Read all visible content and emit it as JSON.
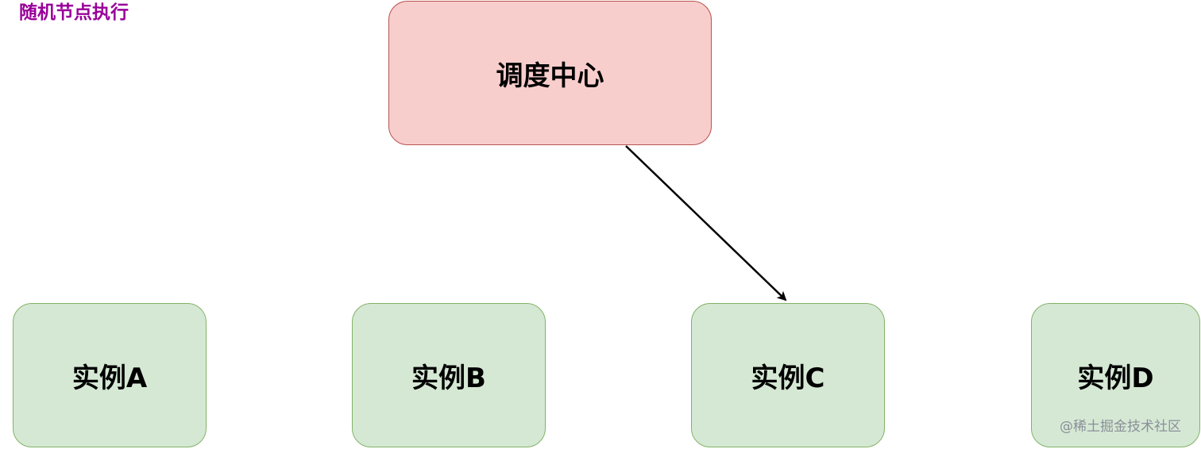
{
  "title": "随机节点执行",
  "scheduler": {
    "label": "调度中心"
  },
  "instances": [
    {
      "label": "实例A"
    },
    {
      "label": "实例B"
    },
    {
      "label": "实例C"
    },
    {
      "label": "实例D"
    }
  ],
  "edges": [
    {
      "from": "调度中心",
      "to": "实例C"
    }
  ],
  "watermark": "@稀土掘金技术社区",
  "colors": {
    "title": "#990099",
    "scheduler_fill": "#f8cecc",
    "scheduler_stroke": "#b85450",
    "instance_fill": "#d5e8d4",
    "instance_stroke": "#82b366",
    "arrow": "#000000",
    "watermark": "#8a8f99"
  }
}
